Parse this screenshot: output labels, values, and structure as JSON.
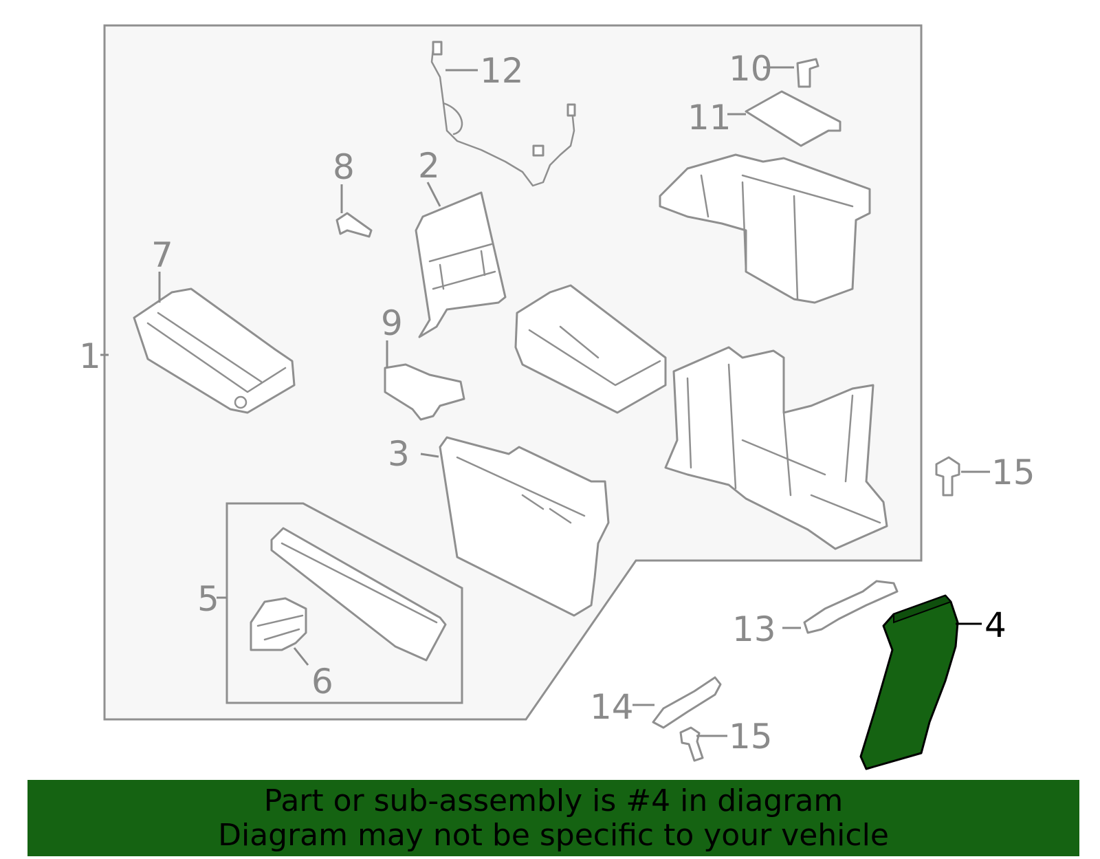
{
  "diagram": {
    "highlight_color": "#156312",
    "callouts": {
      "c1": "1",
      "c2": "2",
      "c3": "3",
      "c4": "4",
      "c5": "5",
      "c6": "6",
      "c7": "7",
      "c8": "8",
      "c9": "9",
      "c10": "10",
      "c11": "11",
      "c12": "12",
      "c13": "13",
      "c14": "14",
      "c15a": "15",
      "c15b": "15"
    },
    "highlighted_part": "4"
  },
  "banner": {
    "line1": "Part or sub-assembly is #4 in diagram",
    "line2": "Diagram may not be specific to your vehicle",
    "background": "#156312"
  }
}
